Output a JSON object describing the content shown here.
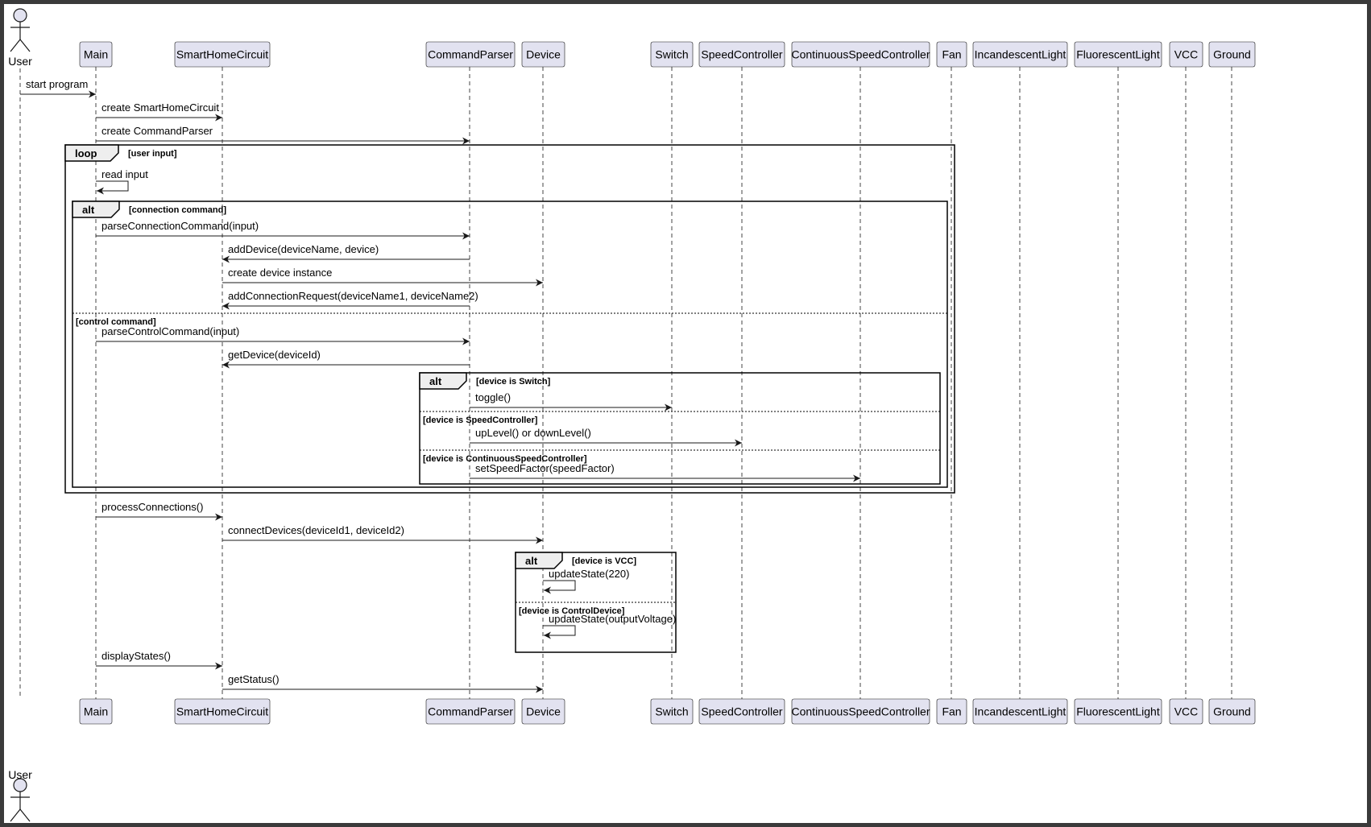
{
  "colors": {
    "participant_fill": "#e2e2f0",
    "participant_stroke": "#181818",
    "lifeline": "#181818",
    "frame_label_fill": "#eeeeee",
    "background": "#ffffff"
  },
  "participants": [
    {
      "id": "user",
      "label": "User",
      "kind": "actor"
    },
    {
      "id": "main",
      "label": "Main",
      "kind": "box"
    },
    {
      "id": "shc",
      "label": "SmartHomeCircuit",
      "kind": "box"
    },
    {
      "id": "parser",
      "label": "CommandParser",
      "kind": "box"
    },
    {
      "id": "device",
      "label": "Device",
      "kind": "box"
    },
    {
      "id": "switch",
      "label": "Switch",
      "kind": "box"
    },
    {
      "id": "speed",
      "label": "SpeedController",
      "kind": "box"
    },
    {
      "id": "cspeed",
      "label": "ContinuousSpeedController",
      "kind": "box"
    },
    {
      "id": "fan",
      "label": "Fan",
      "kind": "box"
    },
    {
      "id": "incand",
      "label": "IncandescentLight",
      "kind": "box"
    },
    {
      "id": "fluor",
      "label": "FluorescentLight",
      "kind": "box"
    },
    {
      "id": "vcc",
      "label": "VCC",
      "kind": "box"
    },
    {
      "id": "ground",
      "label": "Ground",
      "kind": "box"
    }
  ],
  "messages": [
    {
      "from": "user",
      "to": "main",
      "label": "start program"
    },
    {
      "from": "main",
      "to": "shc",
      "label": "create SmartHomeCircuit"
    },
    {
      "from": "main",
      "to": "parser",
      "label": "create CommandParser"
    },
    {
      "from": "main",
      "to": "main",
      "label": "read input"
    },
    {
      "from": "main",
      "to": "parser",
      "label": "parseConnectionCommand(input)"
    },
    {
      "from": "parser",
      "to": "shc",
      "label": "addDevice(deviceName, device)"
    },
    {
      "from": "shc",
      "to": "device",
      "label": "create device instance"
    },
    {
      "from": "parser",
      "to": "shc",
      "label": "addConnectionRequest(deviceName1, deviceName2)"
    },
    {
      "from": "main",
      "to": "parser",
      "label": "parseControlCommand(input)"
    },
    {
      "from": "parser",
      "to": "shc",
      "label": "getDevice(deviceId)"
    },
    {
      "from": "parser",
      "to": "switch",
      "label": "toggle()"
    },
    {
      "from": "parser",
      "to": "speed",
      "label": "upLevel() or downLevel()"
    },
    {
      "from": "parser",
      "to": "cspeed",
      "label": "setSpeedFactor(speedFactor)"
    },
    {
      "from": "main",
      "to": "shc",
      "label": "processConnections()"
    },
    {
      "from": "shc",
      "to": "device",
      "label": "connectDevices(deviceId1, deviceId2)"
    },
    {
      "from": "device",
      "to": "device",
      "label": "updateState(220)"
    },
    {
      "from": "device",
      "to": "device",
      "label": "updateState(outputVoltage)"
    },
    {
      "from": "main",
      "to": "shc",
      "label": "displayStates()"
    },
    {
      "from": "shc",
      "to": "device",
      "label": "getStatus()"
    }
  ],
  "fragments": [
    {
      "id": "loop",
      "kind": "loop",
      "guard": "[user input]",
      "else_guards": []
    },
    {
      "id": "alt_command",
      "kind": "alt",
      "guard": "[connection command]",
      "else_guards": [
        "[control command]"
      ]
    },
    {
      "id": "alt_device",
      "kind": "alt",
      "guard": "[device is Switch]",
      "else_guards": [
        "[device is SpeedController]",
        "[device is ContinuousSpeedController]"
      ]
    },
    {
      "id": "alt_state",
      "kind": "alt",
      "guard": "[device is VCC]",
      "else_guards": [
        "[device is ControlDevice]"
      ]
    }
  ]
}
